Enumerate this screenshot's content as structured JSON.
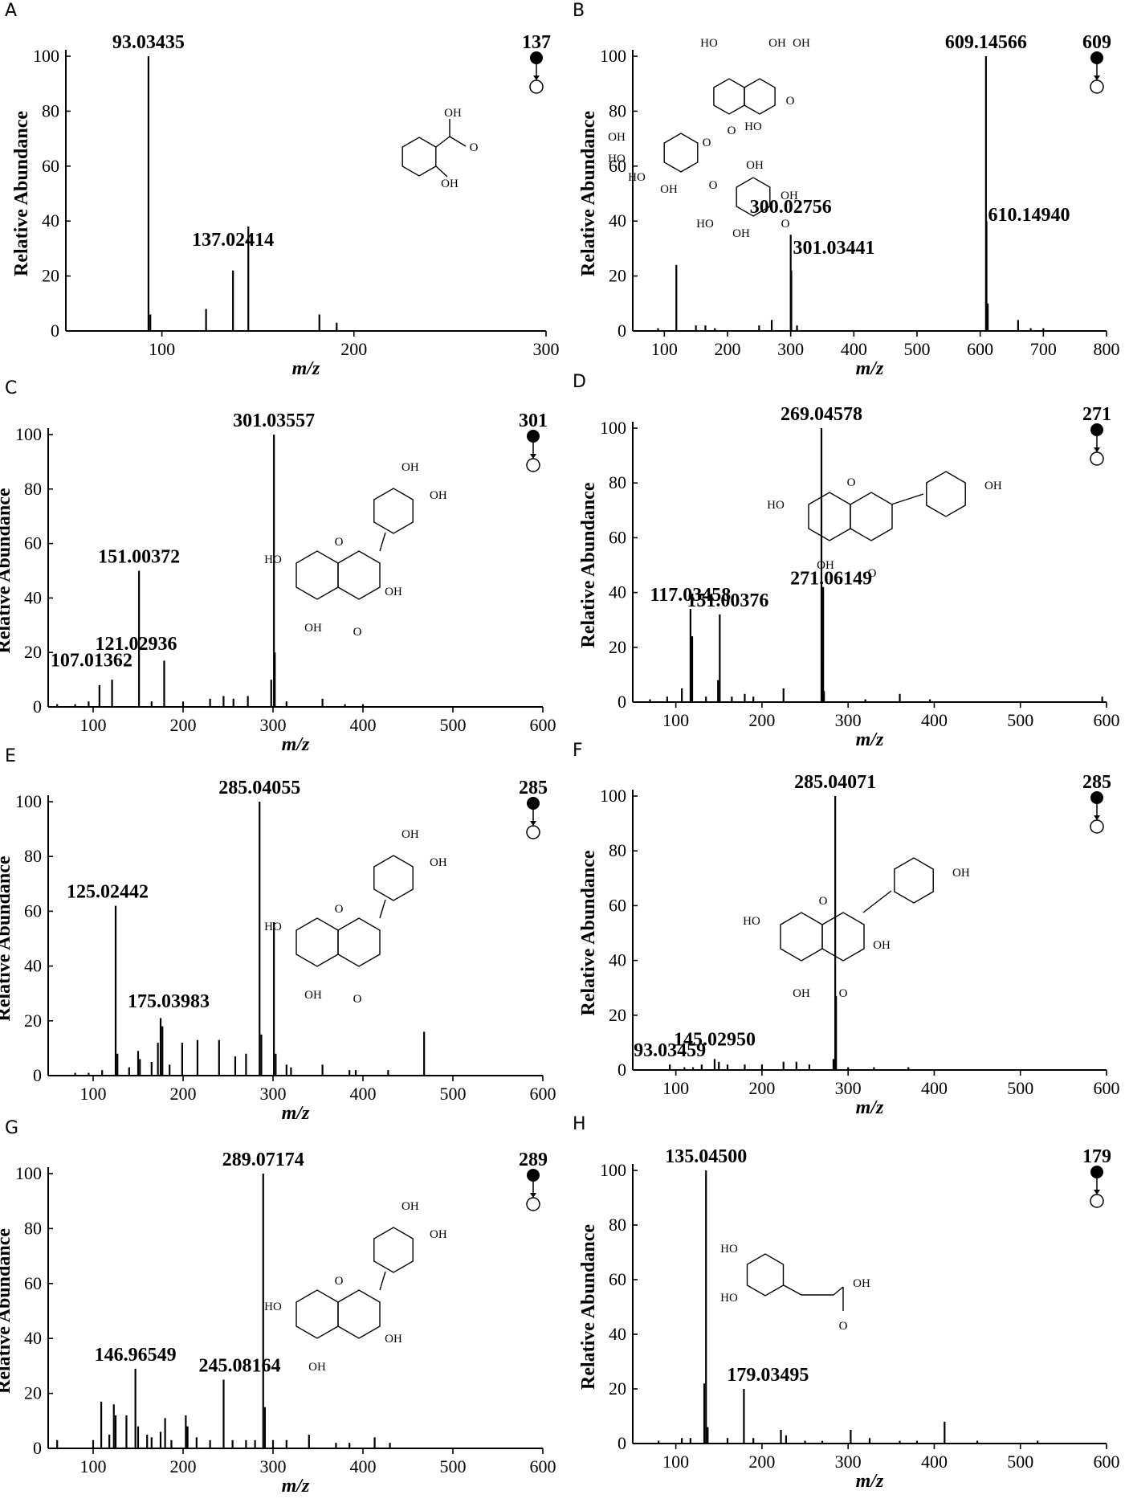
{
  "chart_data": [
    {
      "type": "bar",
      "panel": "A",
      "ylabel": "Relative Abundance",
      "xlabel": "m/z",
      "xlim": [
        50,
        300
      ],
      "ylim": [
        0,
        100
      ],
      "xticks": [
        100,
        200,
        300
      ],
      "yticks": [
        0,
        20,
        40,
        60,
        80,
        100
      ],
      "precursor": "137",
      "peaks": [
        [
          93.03,
          100
        ],
        [
          94,
          6
        ],
        [
          123,
          8
        ],
        [
          137.02,
          22
        ],
        [
          145,
          38
        ],
        [
          182,
          6
        ],
        [
          191,
          3
        ]
      ],
      "labels": [
        {
          "mz": 93.03435,
          "text": "93.03435"
        },
        {
          "mz": 137.02414,
          "text": "137.02414"
        }
      ],
      "structure": {
        "atoms": [
          "OH",
          "O",
          "OH"
        ]
      }
    },
    {
      "type": "bar",
      "panel": "B",
      "ylabel": "Relative Abundance",
      "xlabel": "m/z",
      "xlim": [
        50,
        800
      ],
      "ylim": [
        0,
        100
      ],
      "xticks": [
        100,
        200,
        300,
        400,
        500,
        600,
        700,
        800
      ],
      "yticks": [
        0,
        20,
        40,
        60,
        80,
        100
      ],
      "precursor": "609",
      "peaks": [
        [
          90,
          1
        ],
        [
          119,
          24
        ],
        [
          150,
          2
        ],
        [
          165,
          2
        ],
        [
          180,
          1
        ],
        [
          250,
          2
        ],
        [
          270,
          4
        ],
        [
          300.03,
          35
        ],
        [
          301,
          22
        ],
        [
          310,
          2
        ],
        [
          609.15,
          100
        ],
        [
          610,
          40
        ],
        [
          612,
          10
        ],
        [
          660,
          4
        ],
        [
          680,
          1
        ],
        [
          700,
          1
        ]
      ],
      "labels": [
        {
          "mz": 609.14566,
          "text": "609.14566"
        },
        {
          "mz": 300.02756,
          "text": "300.02756"
        },
        {
          "mz": 301.03441,
          "text": "301.03441"
        },
        {
          "mz": 610.1494,
          "text": "610.14940"
        }
      ],
      "structure": {
        "atoms": [
          "HO",
          "OH",
          "OH",
          "O",
          "HO",
          "O",
          "OH",
          "HO",
          "HO",
          "OH",
          "O",
          "O",
          "OH",
          "HO",
          "OH",
          "O",
          "OH"
        ]
      }
    },
    {
      "type": "bar",
      "panel": "C",
      "ylabel": "Relative Abundance",
      "xlabel": "m/z",
      "xlim": [
        50,
        600
      ],
      "ylim": [
        0,
        100
      ],
      "xticks": [
        100,
        200,
        300,
        400,
        500,
        600
      ],
      "yticks": [
        0,
        20,
        40,
        60,
        80,
        100
      ],
      "precursor": "301",
      "peaks": [
        [
          60,
          1
        ],
        [
          80,
          1
        ],
        [
          95,
          2
        ],
        [
          107.01,
          8
        ],
        [
          121.03,
          10
        ],
        [
          151,
          50
        ],
        [
          165,
          2
        ],
        [
          179,
          17
        ],
        [
          200,
          2
        ],
        [
          230,
          3
        ],
        [
          245,
          4
        ],
        [
          256,
          3
        ],
        [
          272,
          4
        ],
        [
          298,
          10
        ],
        [
          301.04,
          100
        ],
        [
          302,
          20
        ],
        [
          315,
          2
        ],
        [
          355,
          3
        ],
        [
          380,
          1
        ],
        [
          400,
          1
        ]
      ],
      "labels": [
        {
          "mz": 301.03557,
          "text": "301.03557"
        },
        {
          "mz": 151.00372,
          "text": "151.00372"
        },
        {
          "mz": 121.02936,
          "text": "121.02936"
        },
        {
          "mz": 107.01362,
          "text": "107.01362"
        }
      ],
      "structure": {
        "atoms": [
          "OH",
          "OH",
          "HO",
          "O",
          "OH",
          "OH",
          "O"
        ]
      }
    },
    {
      "type": "bar",
      "panel": "D",
      "ylabel": "Relative Abundance",
      "xlabel": "m/z",
      "xlim": [
        50,
        600
      ],
      "ylim": [
        0,
        100
      ],
      "xticks": [
        100,
        200,
        300,
        400,
        500,
        600
      ],
      "yticks": [
        0,
        20,
        40,
        60,
        80,
        100
      ],
      "precursor": "271",
      "peaks": [
        [
          70,
          1
        ],
        [
          90,
          2
        ],
        [
          107,
          5
        ],
        [
          117.03,
          34
        ],
        [
          119,
          24
        ],
        [
          135,
          2
        ],
        [
          149,
          8
        ],
        [
          151,
          32
        ],
        [
          165,
          2
        ],
        [
          180,
          3
        ],
        [
          190,
          2
        ],
        [
          225,
          5
        ],
        [
          269.05,
          100
        ],
        [
          270,
          15
        ],
        [
          271.06,
          42
        ],
        [
          272,
          4
        ],
        [
          320,
          1
        ],
        [
          360,
          3
        ],
        [
          395,
          1
        ],
        [
          595,
          2
        ]
      ],
      "labels": [
        {
          "mz": 269.04578,
          "text": "269.04578"
        },
        {
          "mz": 117.03458,
          "text": "117.03458"
        },
        {
          "mz": 151.00376,
          "text": "151.00376"
        },
        {
          "mz": 271.06149,
          "text": "271.06149"
        }
      ],
      "structure": {
        "atoms": [
          "OH",
          "HO",
          "O",
          "OH",
          "O"
        ]
      }
    },
    {
      "type": "bar",
      "panel": "E",
      "ylabel": "Relative Abundance",
      "xlabel": "m/z",
      "xlim": [
        50,
        600
      ],
      "ylim": [
        0,
        100
      ],
      "xticks": [
        100,
        200,
        300,
        400,
        500,
        600
      ],
      "yticks": [
        0,
        20,
        40,
        60,
        80,
        100
      ],
      "precursor": "285",
      "peaks": [
        [
          80,
          1
        ],
        [
          95,
          1
        ],
        [
          110,
          2
        ],
        [
          125.02,
          62
        ],
        [
          127,
          8
        ],
        [
          140,
          3
        ],
        [
          150,
          9
        ],
        [
          152,
          6
        ],
        [
          165,
          5
        ],
        [
          172,
          12
        ],
        [
          175.04,
          21
        ],
        [
          177,
          18
        ],
        [
          185,
          4
        ],
        [
          199,
          12
        ],
        [
          216,
          13
        ],
        [
          240,
          13
        ],
        [
          258,
          7
        ],
        [
          270,
          8
        ],
        [
          285.04,
          100
        ],
        [
          287,
          15
        ],
        [
          301,
          56
        ],
        [
          303,
          8
        ],
        [
          315,
          4
        ],
        [
          320,
          3
        ],
        [
          355,
          4
        ],
        [
          385,
          2
        ],
        [
          392,
          2
        ],
        [
          428,
          2
        ],
        [
          468,
          16
        ]
      ],
      "labels": [
        {
          "mz": 285.04055,
          "text": "285.04055"
        },
        {
          "mz": 125.02442,
          "text": "125.02442"
        },
        {
          "mz": 175.03983,
          "text": "175.03983"
        }
      ],
      "structure": {
        "atoms": [
          "OH",
          "OH",
          "HO",
          "O",
          "OH",
          "O"
        ]
      }
    },
    {
      "type": "bar",
      "panel": "F",
      "ylabel": "Relative Abundance",
      "xlabel": "m/z",
      "xlim": [
        50,
        600
      ],
      "ylim": [
        0,
        100
      ],
      "xticks": [
        100,
        200,
        300,
        400,
        500,
        600
      ],
      "yticks": [
        0,
        20,
        40,
        60,
        80,
        100
      ],
      "precursor": "285",
      "peaks": [
        [
          93.03,
          2
        ],
        [
          110,
          1
        ],
        [
          120,
          1
        ],
        [
          130,
          2
        ],
        [
          145.03,
          4
        ],
        [
          150,
          3
        ],
        [
          160,
          2
        ],
        [
          180,
          2
        ],
        [
          200,
          2
        ],
        [
          225,
          3
        ],
        [
          240,
          3
        ],
        [
          255,
          2
        ],
        [
          283,
          4
        ],
        [
          285.04,
          100
        ],
        [
          286,
          27
        ],
        [
          300,
          1
        ],
        [
          330,
          1
        ],
        [
          370,
          1
        ]
      ],
      "labels": [
        {
          "mz": 285.04071,
          "text": "285.04071"
        },
        {
          "mz": 145.0295,
          "text": "145.02950"
        },
        {
          "mz": 93.03459,
          "text": "93.03459"
        }
      ],
      "structure": {
        "atoms": [
          "OH",
          "HO",
          "O",
          "OH",
          "OH",
          "O"
        ]
      }
    },
    {
      "type": "bar",
      "panel": "G",
      "ylabel": "Relative Abundance",
      "xlabel": "m/z",
      "xlim": [
        50,
        600
      ],
      "ylim": [
        0,
        100
      ],
      "xticks": [
        100,
        200,
        300,
        400,
        500,
        600
      ],
      "yticks": [
        0,
        20,
        40,
        60,
        80,
        100
      ],
      "precursor": "289",
      "peaks": [
        [
          60,
          3
        ],
        [
          100,
          3
        ],
        [
          109,
          17
        ],
        [
          118,
          5
        ],
        [
          123,
          16
        ],
        [
          125,
          12
        ],
        [
          137,
          12
        ],
        [
          147,
          29
        ],
        [
          150,
          8
        ],
        [
          160,
          5
        ],
        [
          165,
          4
        ],
        [
          175,
          6
        ],
        [
          180,
          11
        ],
        [
          187,
          3
        ],
        [
          203,
          12
        ],
        [
          205,
          8
        ],
        [
          215,
          4
        ],
        [
          230,
          3
        ],
        [
          245.08,
          25
        ],
        [
          255,
          3
        ],
        [
          270,
          3
        ],
        [
          280,
          3
        ],
        [
          289.07,
          100
        ],
        [
          291,
          15
        ],
        [
          300,
          3
        ],
        [
          315,
          3
        ],
        [
          340,
          5
        ],
        [
          370,
          2
        ],
        [
          385,
          2
        ],
        [
          413,
          4
        ],
        [
          430,
          2
        ]
      ],
      "labels": [
        {
          "mz": 289.07174,
          "text": "289.07174"
        },
        {
          "mz": 146.96549,
          "text": "146.96549"
        },
        {
          "mz": 245.08164,
          "text": "245.08164"
        }
      ],
      "structure": {
        "atoms": [
          "OH",
          "OH",
          "HO",
          "O",
          "OH",
          "OH"
        ]
      }
    },
    {
      "type": "bar",
      "panel": "H",
      "ylabel": "Relative Abundance",
      "xlabel": "m/z",
      "xlim": [
        50,
        600
      ],
      "ylim": [
        0,
        100
      ],
      "xticks": [
        100,
        200,
        300,
        400,
        500,
        600
      ],
      "yticks": [
        0,
        20,
        40,
        60,
        80,
        100
      ],
      "precursor": "179",
      "peaks": [
        [
          80,
          1
        ],
        [
          107,
          2
        ],
        [
          117,
          2
        ],
        [
          133,
          22
        ],
        [
          135.05,
          100
        ],
        [
          137,
          6
        ],
        [
          160,
          2
        ],
        [
          179.03,
          20
        ],
        [
          190,
          2
        ],
        [
          222,
          5
        ],
        [
          228,
          3
        ],
        [
          250,
          1
        ],
        [
          270,
          1
        ],
        [
          303,
          5
        ],
        [
          325,
          2
        ],
        [
          360,
          1
        ],
        [
          380,
          1
        ],
        [
          412,
          8
        ],
        [
          450,
          1
        ],
        [
          520,
          1
        ]
      ],
      "labels": [
        {
          "mz": 135.045,
          "text": "135.04500"
        },
        {
          "mz": 179.03495,
          "text": "179.03495"
        }
      ],
      "structure": {
        "atoms": [
          "HO",
          "HO",
          "OH",
          "O"
        ]
      }
    }
  ]
}
